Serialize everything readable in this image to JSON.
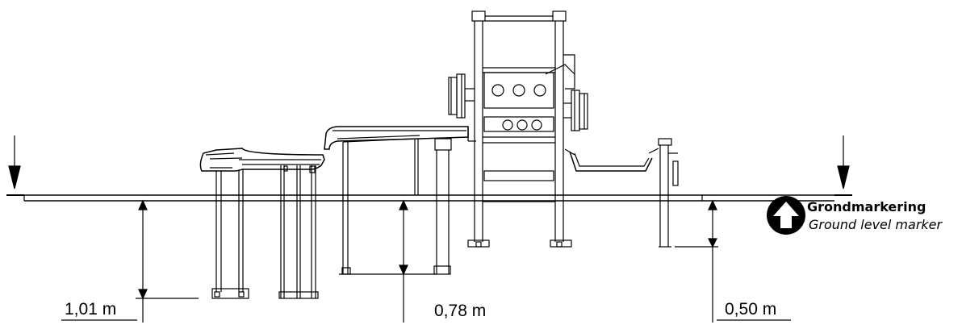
{
  "dimensions": {
    "left": "1,01 m",
    "center": "0,78 m",
    "right": "0,50 m"
  },
  "legend": {
    "title": "Grondmarkering",
    "subtitle": "Ground level marker",
    "icon": "up-arrow-circle-icon"
  },
  "colors": {
    "line": "#000000",
    "background": "#ffffff"
  }
}
